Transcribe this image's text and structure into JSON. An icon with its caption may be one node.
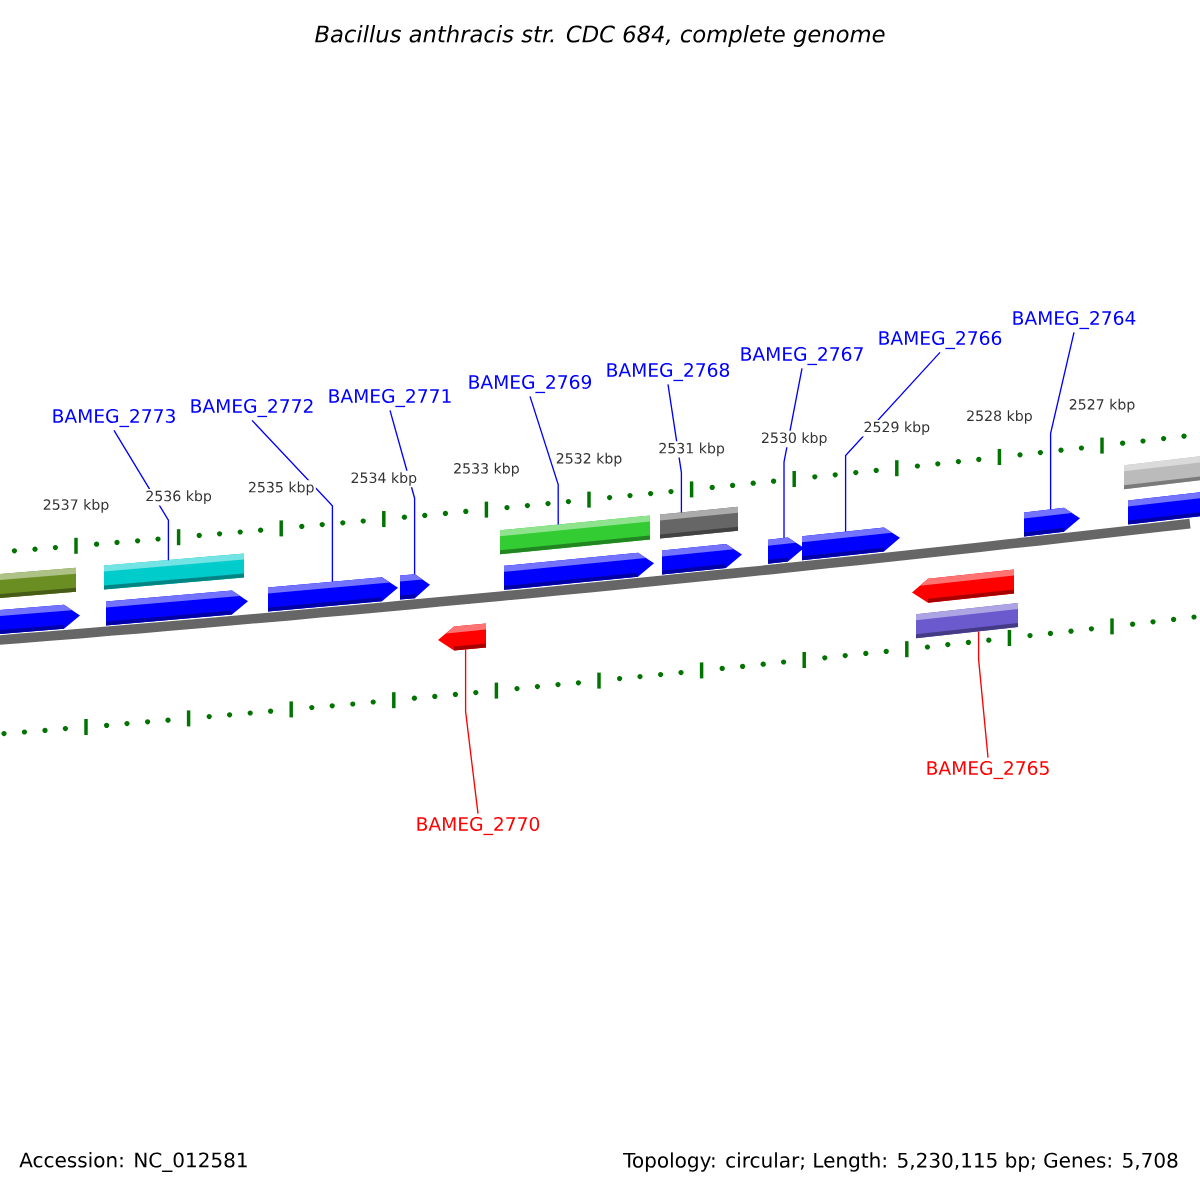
{
  "diagram": {
    "title": "Bacillus anthracis str. CDC 684, complete genome",
    "nodes": [
      {
        "text": [
          "BAMEG_2773"
        ]
      },
      {
        "text": [
          "BAMEG_2772"
        ]
      },
      {
        "text": [
          "BAMEG_2771"
        ]
      },
      {
        "text": [
          "BAMEG_2769"
        ]
      },
      {
        "text": [
          "BAMEG_2768"
        ]
      },
      {
        "text": [
          "BAMEG_2767"
        ]
      },
      {
        "text": [
          "BAMEG_2766"
        ]
      },
      {
        "text": [
          "BAMEG_2764"
        ]
      },
      {
        "text": [
          "BAMEG_2770"
        ]
      },
      {
        "text": [
          "BAMEG_2765"
        ]
      },
      {
        "text": [],
        "shape": "box"
      },
      {
        "text": [],
        "shape": "arrow"
      },
      {
        "text": [],
        "shape": "box"
      },
      {
        "text": [],
        "shape": "arrow"
      },
      {
        "text": [],
        "shape": "arrow"
      },
      {
        "text": [],
        "shape": "arrow"
      },
      {
        "text": [],
        "shape": "arrow"
      },
      {
        "text": [],
        "shape": "box"
      },
      {
        "text": [],
        "shape": "arrow"
      },
      {
        "text": [],
        "shape": "box"
      },
      {
        "text": [],
        "shape": "arrow"
      },
      {
        "text": [],
        "shape": "arrow"
      },
      {
        "text": [],
        "shape": "arrow"
      },
      {
        "text": [],
        "shape": "arrow"
      },
      {
        "text": [],
        "shape": "box"
      },
      {
        "text": [],
        "shape": "arrow"
      },
      {
        "text": [],
        "shape": "box"
      },
      {
        "text": [],
        "shape": "box"
      }
    ],
    "edges": [
      {
        "from": 0,
        "to": 12,
        "arrow": "none"
      },
      {
        "from": 1,
        "to": 14,
        "arrow": "none"
      },
      {
        "from": 2,
        "to": 15,
        "arrow": "none"
      },
      {
        "from": 3,
        "to": 17,
        "arrow": "none"
      },
      {
        "from": 4,
        "to": 19,
        "arrow": "none"
      },
      {
        "from": 5,
        "to": 21,
        "arrow": "none"
      },
      {
        "from": 6,
        "to": 22,
        "arrow": "none"
      },
      {
        "from": 7,
        "to": 25,
        "arrow": "none"
      },
      {
        "from": 8,
        "to": 16,
        "arrow": "none",
        "color": "#ff0000"
      },
      {
        "from": 9,
        "to": 24,
        "arrow": "none",
        "color": "#ff0000"
      }
    ],
    "labels": [
      "2537 kbp",
      "2536 kbp",
      "2535 kbp",
      "2534 kbp",
      "2533 kbp",
      "2532 kbp",
      "2531 kbp",
      "2530 kbp",
      "2529 kbp",
      "2528 kbp",
      "2527 kbp",
      "Accession: NC_012581",
      "Topology: circular; Length: 5,230,115 bp; Genes: 5,708"
    ]
  }
}
